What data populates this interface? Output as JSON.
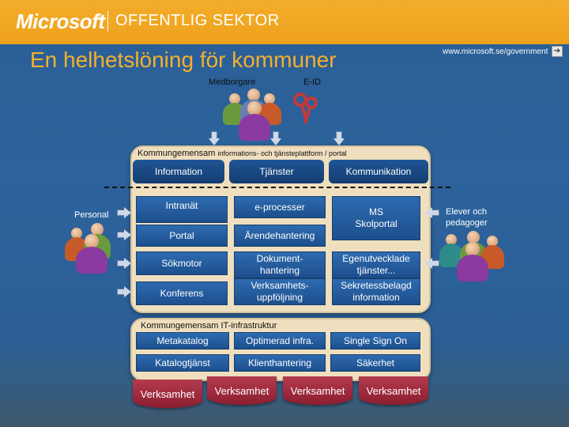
{
  "header": {
    "brand": "Microsoft",
    "registered": "®",
    "sector": "OFFENTLIG SEKTOR",
    "url": "www.microsoft.se/government",
    "arrow_glyph": "➔"
  },
  "title": "En helhetslöning för kommuner",
  "labels": {
    "citizens": "Medborgare",
    "eid": "E-ID",
    "staff": "Personal",
    "students": "Elever och\npedagoger"
  },
  "platform": {
    "caption_main": "Kommungemensam",
    "caption_rest": "informations- och tjänsteplattform / portal",
    "sections": [
      "Information",
      "Tjänster",
      "Kommunikation"
    ],
    "boxes": {
      "intranat": "Intranät",
      "eproc": "e-processer",
      "ms_skolportal": "MS\nSkolportal",
      "portal": "Portal",
      "arende": "Ärendehantering",
      "sokmotor": "Sökmotor",
      "dokument": "Dokument-\nhantering",
      "egen": "Egenutvecklade\ntjänster...",
      "konferens": "Konferens",
      "verksamhet_uppf": "Verksamhets-\nuppföljning",
      "sekretess": "Sekretessbelagd\ninformation"
    }
  },
  "infra": {
    "caption": "Kommungemensam IT-infrastruktur",
    "boxes": [
      "Metakatalog",
      "Optimerad infra.",
      "Single Sign On",
      "Katalogtjänst",
      "Klienthantering",
      "Säkerhet"
    ]
  },
  "verksamhet": [
    "Verksamhet",
    "Verksamhet",
    "Verksamhet",
    "Verksamhet"
  ],
  "colors": {
    "background": "#2c639c",
    "topbar": "#f3ad2a",
    "title": "#f4b02e",
    "box_blue": "#1d4f8c",
    "panel": "#f0dfbf",
    "verksamhet": "#8a1e30"
  }
}
